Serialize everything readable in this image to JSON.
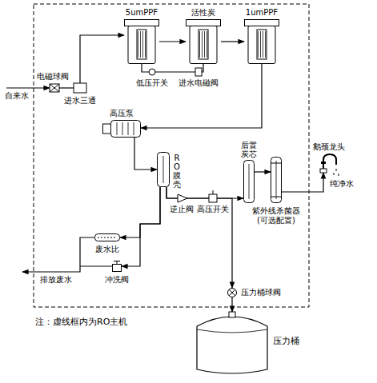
{
  "diagram": {
    "nodes": [
      {
        "text": [
          "5umPPF"
        ]
      },
      {
        "text": [
          "活性炭"
        ]
      },
      {
        "text": [
          "1umPPF"
        ]
      },
      {
        "text": [
          "高压泵"
        ]
      },
      {
        "text": [
          "RO膜壳"
        ]
      },
      {
        "text": [
          "后置炭芯"
        ]
      },
      {
        "text": [
          "紫外线杀菌器(可选配置)"
        ]
      },
      {
        "text": [
          "鹅颈龙头"
        ]
      },
      {
        "text": [
          "废水比"
        ]
      },
      {
        "text": [
          "冲洗阀"
        ]
      },
      {
        "text": [
          "压力桶"
        ]
      },
      {
        "text": [
          "压力桶球阀"
        ]
      }
    ],
    "edges": [
      {
        "from": 0,
        "to": 1,
        "arrow": "to"
      },
      {
        "from": 1,
        "to": 2,
        "arrow": "to"
      },
      {
        "from": 2,
        "to": 3,
        "arrow": "to"
      },
      {
        "from": 3,
        "to": 4,
        "arrow": "to"
      },
      {
        "from": 4,
        "to": 5,
        "arrow": "to"
      },
      {
        "from": 4,
        "to": 11,
        "arrow": "to"
      },
      {
        "from": 11,
        "to": 10,
        "arrow": "to"
      },
      {
        "from": 5,
        "to": 6,
        "arrow": "to"
      },
      {
        "from": 6,
        "to": 7,
        "arrow": "to"
      },
      {
        "from": 4,
        "to": 8,
        "arrow": "to"
      },
      {
        "from": 4,
        "to": 9,
        "arrow": "to"
      }
    ],
    "labels": [
      "电磁球阀",
      "自来水",
      "进水三通",
      "低压开关",
      "进水电磁阀",
      "逆止阀",
      "高压开关",
      "纯净水",
      "排放废水",
      "注：虚线框内为RO主机"
    ]
  }
}
